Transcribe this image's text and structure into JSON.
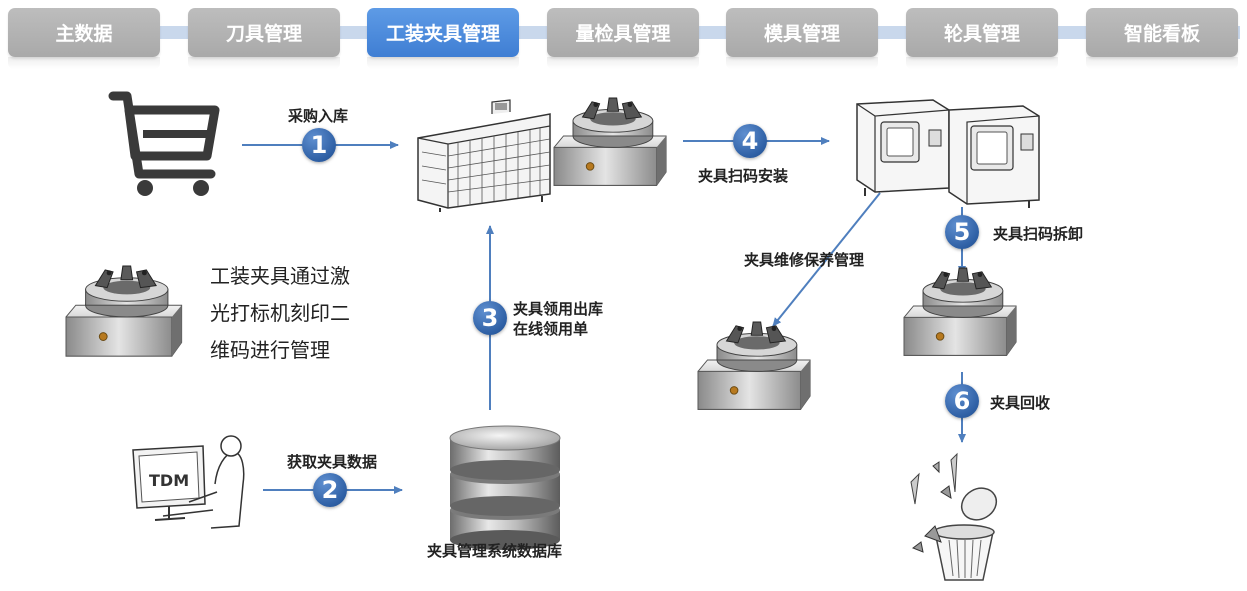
{
  "tabs": [
    {
      "label": "主数据",
      "active": false
    },
    {
      "label": "刀具管理",
      "active": false
    },
    {
      "label": "工装夹具管理",
      "active": true
    },
    {
      "label": "量检具管理",
      "active": false
    },
    {
      "label": "模具管理",
      "active": false
    },
    {
      "label": "轮具管理",
      "active": false
    },
    {
      "label": "智能看板",
      "active": false
    }
  ],
  "steps": {
    "s1": {
      "num": "1",
      "label": "采购入库"
    },
    "s2": {
      "num": "2",
      "label": "获取夹具数据"
    },
    "s3": {
      "num": "3",
      "label1": "夹具领用出库",
      "label2": "在线领用单"
    },
    "s4": {
      "num": "4",
      "label": "夹具扫码安装"
    },
    "s5": {
      "num": "5",
      "label": "夹具扫码拆卸"
    },
    "s6": {
      "num": "6",
      "label": "夹具回收"
    }
  },
  "maintenance_label": "夹具维修保养管理",
  "database_label": "夹具管理系统数据库",
  "tdm_text": "TDM",
  "description": [
    "工装夹具通过激",
    "光打标机刻印二",
    "维码进行管理"
  ],
  "colors": {
    "arrow": "#4f7fbe",
    "active_tab": "#4a88d8",
    "inactive_tab": "#b3b3b3",
    "step_circle": "#2e5fa4"
  }
}
